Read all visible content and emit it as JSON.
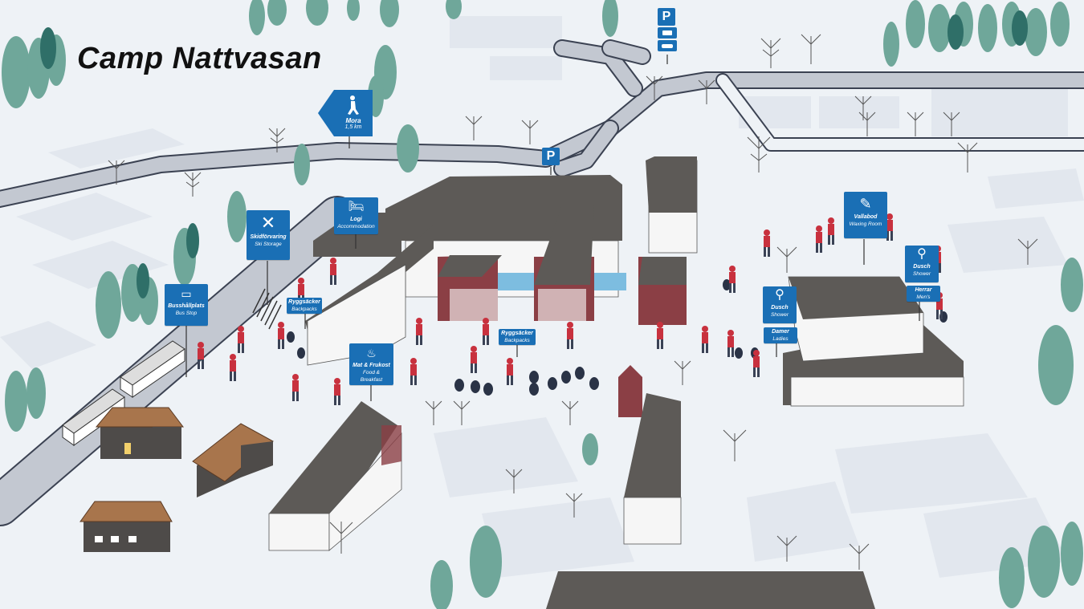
{
  "title": "Camp Nattvasan",
  "colors": {
    "sign_blue": "#1a6fb5",
    "snow": "#eef2f6",
    "road": "#b9bfca",
    "roof": "#5d5a57",
    "brick": "#8b3f45",
    "person": "#c8313e",
    "tree": "#6fa79a"
  },
  "signs": {
    "mora": {
      "icon": "walking-person-icon",
      "sv": "Mora",
      "en": "1,5 km"
    },
    "parking_top": {
      "label": "P",
      "icons": [
        "bus-icon",
        "car-icon"
      ]
    },
    "parking_mid": {
      "label": "P"
    },
    "ski": {
      "icon": "skis-icon",
      "sv": "Skidförvaring",
      "en": "Ski Storage"
    },
    "logi": {
      "icon": "bed-icon",
      "sv": "Logi",
      "en": "Accommodation"
    },
    "bus": {
      "icon": "bus-icon",
      "sv": "Busshållplats",
      "en": "Bus Stop"
    },
    "backpacks1": {
      "sv": "Ryggsäcker",
      "en": "Backpacks"
    },
    "backpacks2": {
      "sv": "Ryggsäcker",
      "en": "Backpacks"
    },
    "food": {
      "icon": "food-bowl-icon",
      "sv": "Mat & Frukost",
      "en": "Food & Breakfast"
    },
    "wax": {
      "icon": "wax-icon",
      "sv": "Vallabod",
      "en": "Waxing Room"
    },
    "shower_men": {
      "icon": "shower-icon",
      "sv": "Dusch",
      "en": "Shower"
    },
    "men": {
      "sv": "Herrar",
      "en": "Men's"
    },
    "shower_women": {
      "icon": "shower-icon",
      "sv": "Dusch",
      "en": "Shower"
    },
    "women": {
      "sv": "Damer",
      "en": "Ladies"
    }
  }
}
